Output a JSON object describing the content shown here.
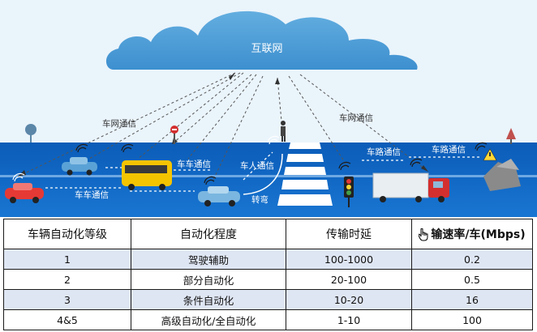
{
  "diagram": {
    "cloud_label": "互联网",
    "labels": {
      "v2n_left": "车网通信",
      "v2n_right": "车网通信",
      "v2v_top": "车车通信",
      "v2v_bottom": "车车通信",
      "v2p": "车人通信",
      "v2i_left": "车路通信",
      "v2i_right": "车路通信",
      "turn": "转弯"
    }
  },
  "table": {
    "headers": [
      "车辆自动化等级",
      "自动化程度",
      "传输时延",
      "输速率/车(Mbps)"
    ],
    "rows": [
      [
        "1",
        "驾驶辅助",
        "100-1000",
        "0.2"
      ],
      [
        "2",
        "部分自动化",
        "20-100",
        "0.5"
      ],
      [
        "3",
        "条件自动化",
        "10-20",
        "16"
      ],
      [
        "4&5",
        "高级自动化/全自动化",
        "1-10",
        "100"
      ]
    ]
  },
  "colors": {
    "sky": "#e9f4fb",
    "road": "#1565c0",
    "cloud": "#4e9ed6",
    "table_stripe": "#dfe6f3"
  }
}
